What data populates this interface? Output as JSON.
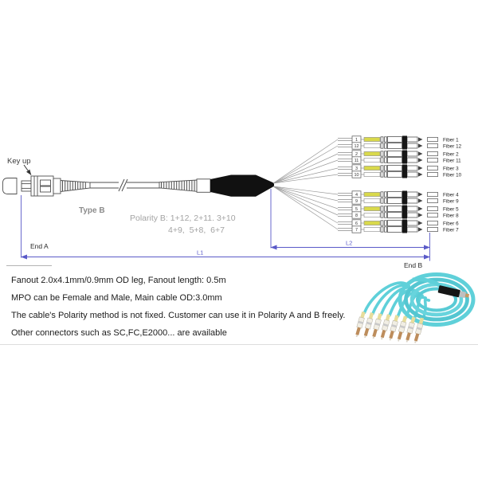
{
  "diagram": {
    "key_up_label": "Key up",
    "type_label": "Type B",
    "polarity_line1": "Polarity B: 1+12, 2+11. 3+10",
    "polarity_line2": "4+9,  5+8,  6+7",
    "end_a_label": "End A",
    "end_b_label": "End B",
    "dim_l1_label": "L1",
    "dim_l2_label": "L2",
    "fibers": [
      {
        "num": "1",
        "label": "Fiber 1"
      },
      {
        "num": "12",
        "label": "Fiber 12"
      },
      {
        "num": "2",
        "label": "Fiber 2"
      },
      {
        "num": "11",
        "label": "Fiber 11"
      },
      {
        "num": "3",
        "label": "Fiber 3"
      },
      {
        "num": "10",
        "label": "Fiber 10"
      },
      {
        "num": "4",
        "label": "Fiber 4"
      },
      {
        "num": "9",
        "label": "Fiber 9"
      },
      {
        "num": "5",
        "label": "Fiber 5"
      },
      {
        "num": "8",
        "label": "Fiber 8"
      },
      {
        "num": "6",
        "label": "Fiber 6"
      },
      {
        "num": "7",
        "label": "Fiber 7"
      }
    ]
  },
  "notes": {
    "line1": "Fanout 2.0x4.1mm/0.9mm OD leg, Fanout length: 0.5m",
    "line2": "MPO can be Female and Male, Main cable OD:3.0mm",
    "line3": "The cable's Polarity method is not fixed. Customer can use it in Polarity A and B freely.",
    "line4": "Other connectors such as SC,FC,E2000... are available"
  },
  "colors": {
    "dimension_blue": "#5a5ac8",
    "drawing_stroke": "#4f4f4f",
    "fiber_yellow": "#d9d94b",
    "gray_text": "#8c8c8c",
    "photo_aqua": "#5fd0d9",
    "photo_boot_beige": "#e7dd9b",
    "photo_tip_bronze": "#bd8d5c"
  }
}
